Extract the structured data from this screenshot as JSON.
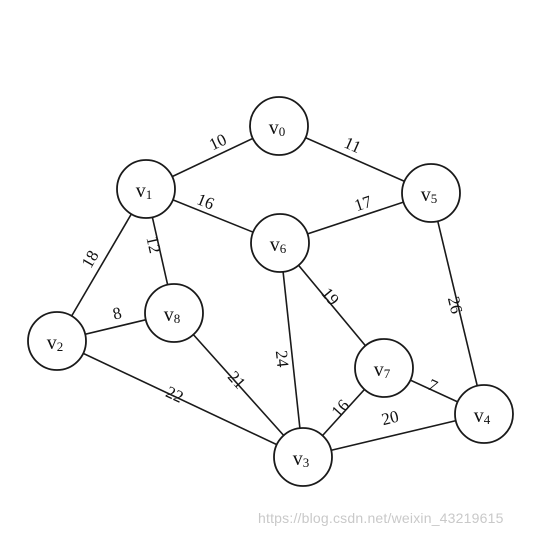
{
  "graph": {
    "nodes": [
      {
        "id": "v0",
        "base": "v",
        "sub": "0"
      },
      {
        "id": "v1",
        "base": "v",
        "sub": "1"
      },
      {
        "id": "v2",
        "base": "v",
        "sub": "2"
      },
      {
        "id": "v3",
        "base": "v",
        "sub": "3"
      },
      {
        "id": "v4",
        "base": "v",
        "sub": "4"
      },
      {
        "id": "v5",
        "base": "v",
        "sub": "5"
      },
      {
        "id": "v6",
        "base": "v",
        "sub": "6"
      },
      {
        "id": "v7",
        "base": "v",
        "sub": "7"
      },
      {
        "id": "v8",
        "base": "v",
        "sub": "8"
      }
    ],
    "edges": [
      {
        "from": "v0",
        "to": "v1",
        "weight": "10"
      },
      {
        "from": "v0",
        "to": "v5",
        "weight": "11"
      },
      {
        "from": "v1",
        "to": "v6",
        "weight": "16"
      },
      {
        "from": "v5",
        "to": "v6",
        "weight": "17"
      },
      {
        "from": "v1",
        "to": "v2",
        "weight": "18"
      },
      {
        "from": "v1",
        "to": "v8",
        "weight": "12"
      },
      {
        "from": "v2",
        "to": "v8",
        "weight": "8"
      },
      {
        "from": "v2",
        "to": "v3",
        "weight": "22"
      },
      {
        "from": "v8",
        "to": "v3",
        "weight": "21"
      },
      {
        "from": "v6",
        "to": "v3",
        "weight": "24"
      },
      {
        "from": "v6",
        "to": "v7",
        "weight": "19"
      },
      {
        "from": "v7",
        "to": "v3",
        "weight": "16"
      },
      {
        "from": "v7",
        "to": "v4",
        "weight": "7"
      },
      {
        "from": "v3",
        "to": "v4",
        "weight": "20"
      },
      {
        "from": "v5",
        "to": "v4",
        "weight": "26"
      }
    ]
  },
  "watermark": "https://blog.csdn.net/weixin_43219615"
}
